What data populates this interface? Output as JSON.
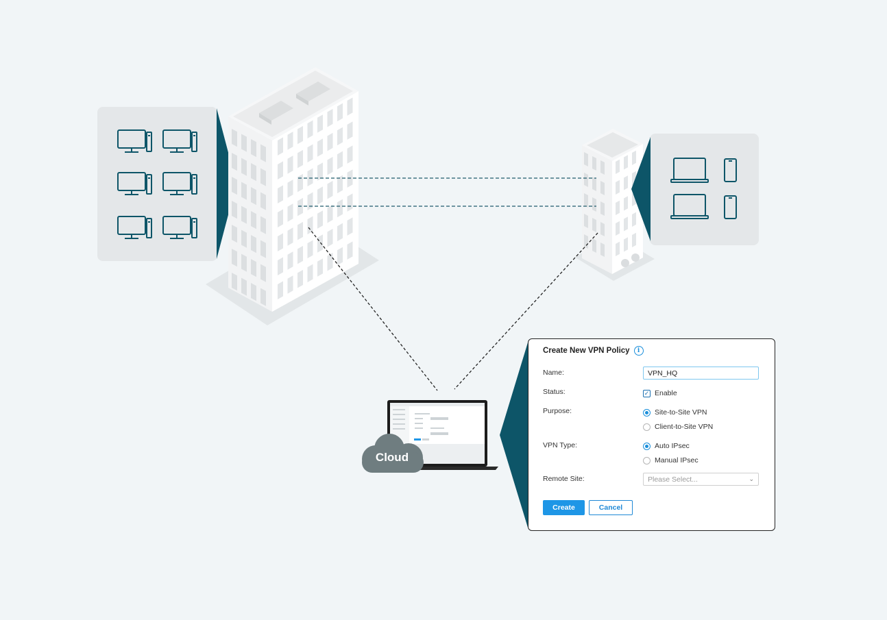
{
  "dialog": {
    "title": "Create New VPN Policy",
    "name_label": "Name:",
    "name_value": "VPN_HQ",
    "status_label": "Status:",
    "status_option": "Enable",
    "purpose_label": "Purpose:",
    "purpose_options": [
      "Site-to-Site VPN",
      "Client-to-Site VPN"
    ],
    "vpn_type_label": "VPN Type:",
    "vpn_type_options": [
      "Auto IPsec",
      "Manual IPsec"
    ],
    "remote_site_label": "Remote Site:",
    "remote_site_placeholder": "Please Select...",
    "create_label": "Create",
    "cancel_label": "Cancel"
  },
  "cloud": {
    "label": "Cloud"
  },
  "colors": {
    "background": "#f1f5f7",
    "teal": "#0d5568",
    "accent_blue": "#1e96e6",
    "panel_gray": "#e4e7e9"
  }
}
